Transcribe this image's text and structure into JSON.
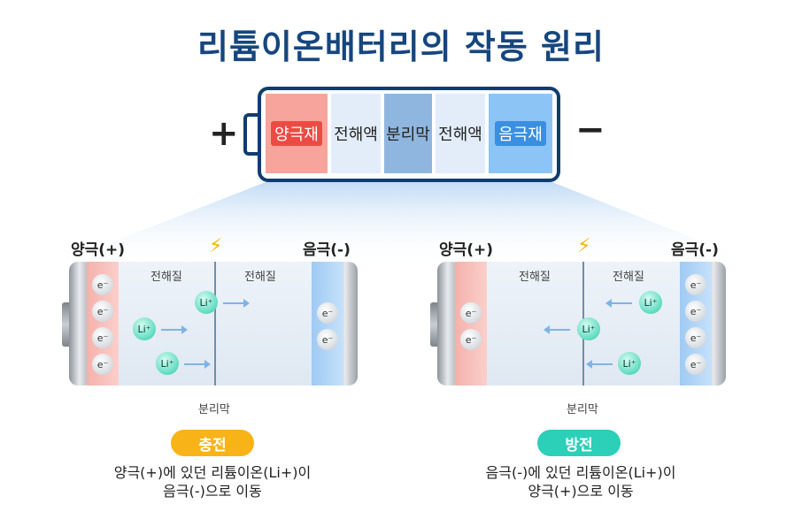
{
  "title": "리튬이온배터리의 작동 원리",
  "top_cell": {
    "plus": "+",
    "minus": "−",
    "layers": [
      "양극재",
      "전해액",
      "분리막",
      "전해액",
      "음극재"
    ]
  },
  "charge": {
    "cathode_label": "양극(+)",
    "anode_label": "음극(-)",
    "electrolyte_left": "전해질",
    "electrolyte_right": "전해질",
    "separator": "분리막",
    "electron": "e⁻",
    "ion": "Li⁺",
    "badge": "충전",
    "desc_line1": "양극(+)에 있던 리튬이온(Li+)이",
    "desc_line2": "음극(-)으로 이동"
  },
  "discharge": {
    "cathode_label": "양극(+)",
    "anode_label": "음극(-)",
    "electrolyte_left": "전해질",
    "electrolyte_right": "전해질",
    "separator": "분리막",
    "electron": "e⁻",
    "ion": "Li⁺",
    "badge": "방전",
    "desc_line1": "음극(-)에 있던 리튬이온(Li+)이",
    "desc_line2": "양극(+)으로 이동"
  },
  "colors": {
    "title": "#16467e",
    "cathode": "#f7a49c",
    "anode": "#8cc4f5",
    "charge_badge": "#f7b318",
    "discharge_badge": "#2ccfb8"
  }
}
